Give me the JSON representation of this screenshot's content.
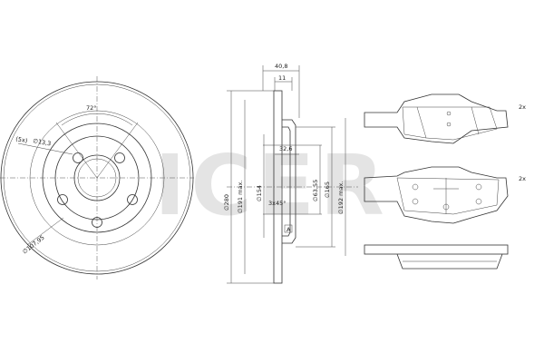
{
  "watermark": {
    "text": "ICER",
    "color": "#e3e3e3"
  },
  "front_view": {
    "angle_label": "72°",
    "holes_label": "(5x)",
    "hole_diameter_label": "∅13,3",
    "pcd_label": "∅107,95"
  },
  "section_view": {
    "width_total": "40,8",
    "width_hat": "11",
    "hat_depth": "32,6",
    "chamfer": "3x45°",
    "datum": "A",
    "dia_outer": "∅280",
    "dia_191": "∅191 max.",
    "dia_154": "∅154",
    "dia_63": "∅63,55",
    "dia_165": "∅165",
    "dia_192": "∅192 max."
  },
  "pads": {
    "qty_top": "2x",
    "qty_bottom": "2x"
  }
}
